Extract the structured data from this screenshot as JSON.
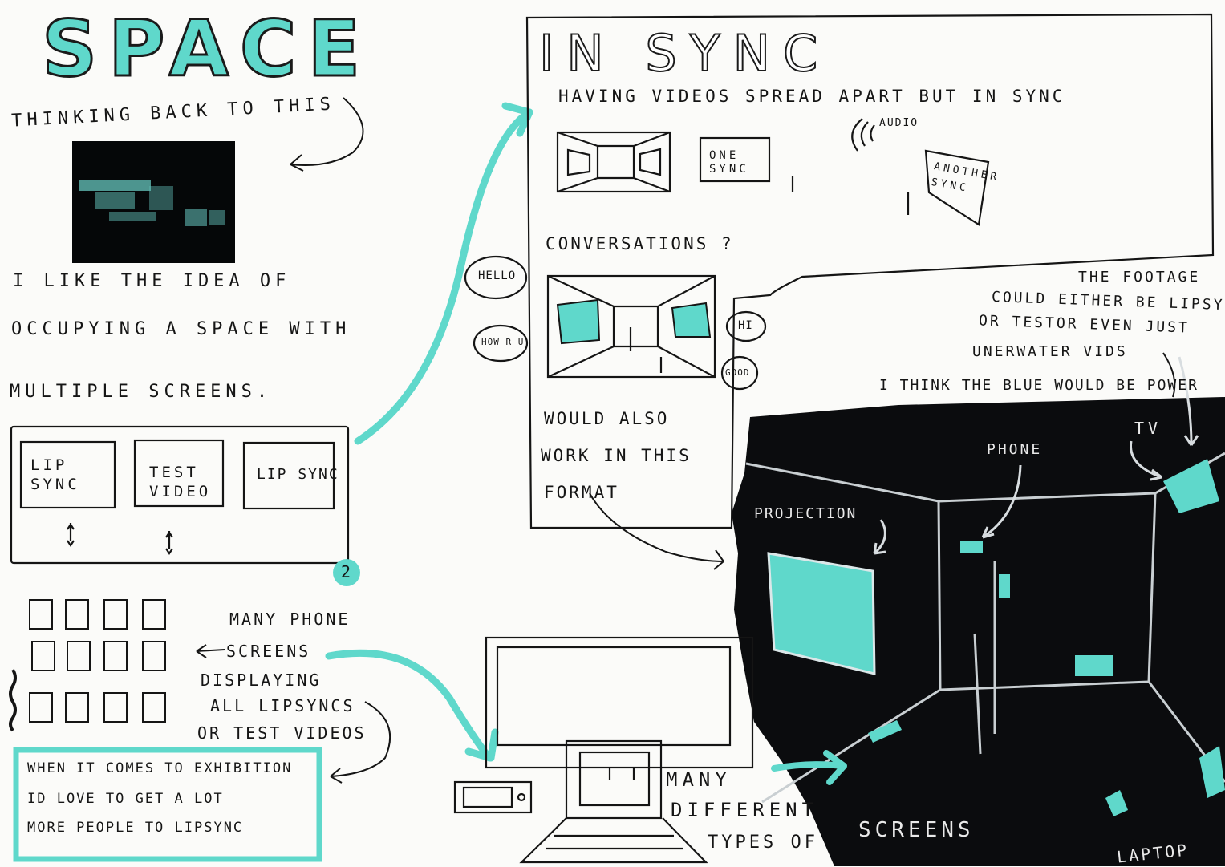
{
  "titles": {
    "space": "SPACE",
    "in_sync": "IN SYNC"
  },
  "left": {
    "thinking_back": "THINKING   BACK   TO   THIS",
    "idea_line1": "I    LIKE    THE    IDEA  OF",
    "idea_line2": "OCCUPYING    A   SPACE  WITH",
    "idea_line3": "MULTIPLE    SCREENS.",
    "screens": [
      "LIP SYNC",
      "TEST VIDEO",
      "LIP SYNC"
    ],
    "badge": "2",
    "phones_text": [
      "MANY PHONE",
      "SCREENS",
      "DISPLAYING",
      "ALL  LIPSYNCS",
      "OR  TEST VIDEOS"
    ],
    "exhibition_text": [
      "WHEN IT  COMES  TO  EXHIBITION",
      "ID  LOVE  TO  GET  A  LOT",
      "MORE   PEOPLE  TO  LIPSYNC"
    ]
  },
  "right": {
    "having_videos": "HAVING   VIDEOS   SPREAD   APART   BUT    IN  SYNC",
    "audio": "AUDIO",
    "one_sync": "ONE SYNC",
    "another_sync": "ANOTHER SYNC",
    "conversations": "CONVERSATIONS ?",
    "bubbles": {
      "hello": "HELLO",
      "how_r_u": "HOW R U",
      "hi": "HI",
      "good": "GOOD"
    },
    "would_also": [
      "WOULD  ALSO",
      "WORK  IN  THIS",
      "FORMAT"
    ],
    "footage_text": [
      "THE FOOTAGE",
      "COULD  EITHER  BE  LIPSY",
      "OR  TESTOR   EVEN JUST",
      "UNERWATER  VIDS"
    ],
    "blue_text": "I  THINK  THE  BLUE WOULD BE POWER",
    "dark_labels": {
      "tv": "TV",
      "phone": "PHONE",
      "projection": "PROJECTION",
      "screens": "SCREENS",
      "laptop": "LAPTOP"
    },
    "many_different": [
      "MANY",
      "DIFFERENT",
      "TYPES   OF"
    ]
  },
  "colors": {
    "teal": "#5fd8cb",
    "ink": "#151515",
    "paper": "#fbfbf9",
    "dark_paint": "#0b0c0e"
  }
}
